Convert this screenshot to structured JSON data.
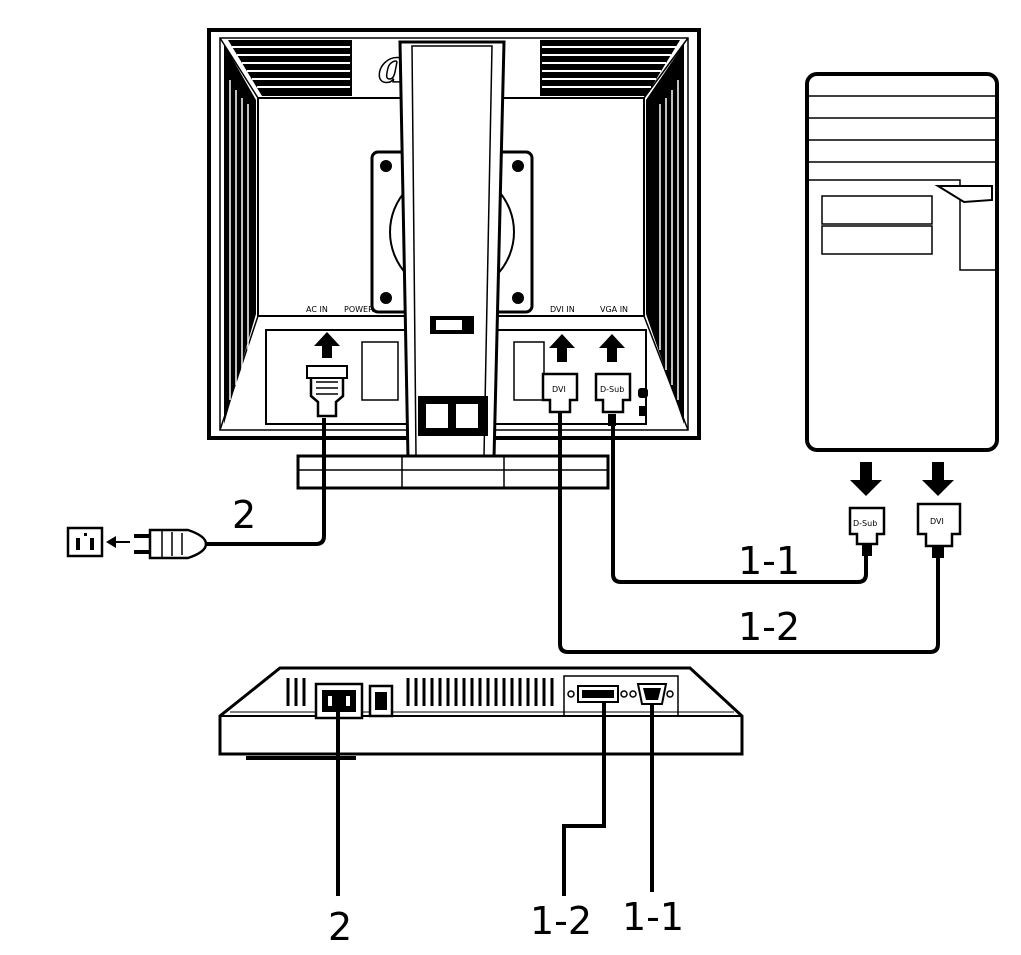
{
  "brand": {
    "logo_text": "acer"
  },
  "ports_back": {
    "ac_in": "AC IN",
    "power": "POWER",
    "dvi_in": "DVI IN",
    "vga_in": "VGA IN"
  },
  "connectors": {
    "dvi": "DVI",
    "dsub": "D-Sub"
  },
  "callouts": {
    "power_top": "2",
    "dsub_cable": "1-1",
    "dvi_cable": "1-2",
    "power_bottom": "2",
    "dvi_bottom": "1-2",
    "dsub_bottom": "1-1"
  },
  "colors": {
    "ink": "#000000",
    "paper": "#ffffff"
  }
}
